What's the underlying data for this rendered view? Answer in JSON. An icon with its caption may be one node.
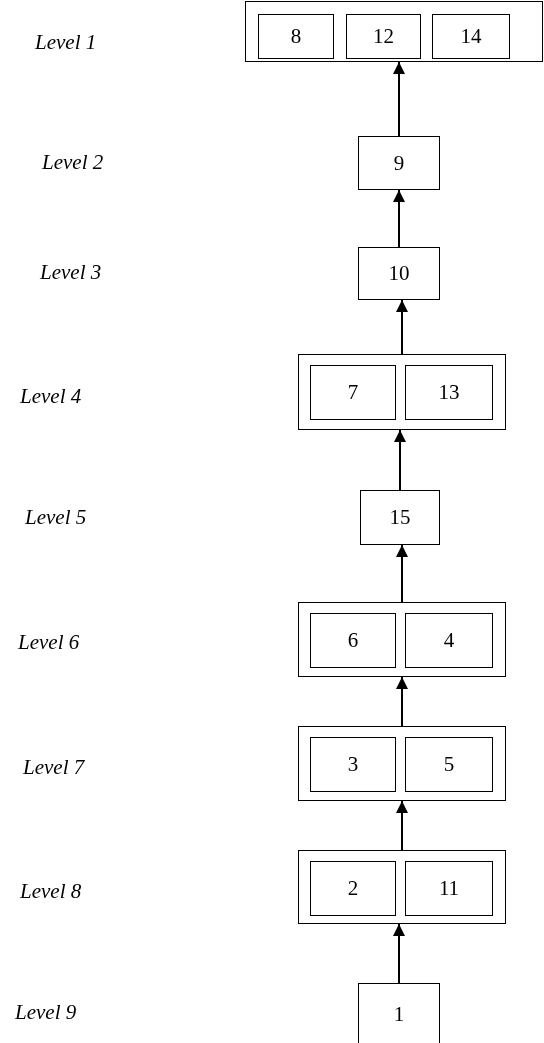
{
  "diagram": {
    "nodes": [
      {
        "text": [],
        "shape": "box"
      },
      {
        "text": [
          "8"
        ],
        "in": 0
      },
      {
        "text": [
          "12"
        ],
        "in": 0
      },
      {
        "text": [
          "14"
        ],
        "in": 0
      },
      {
        "text": [
          "9"
        ]
      },
      {
        "text": [
          "10"
        ]
      },
      {
        "text": [],
        "shape": "box"
      },
      {
        "text": [
          "7"
        ],
        "in": 6
      },
      {
        "text": [
          "13"
        ],
        "in": 6
      },
      {
        "text": [
          "15"
        ]
      },
      {
        "text": [],
        "shape": "box"
      },
      {
        "text": [
          "6"
        ],
        "in": 10
      },
      {
        "text": [
          "4"
        ],
        "in": 10
      },
      {
        "text": [],
        "shape": "box"
      },
      {
        "text": [
          "3"
        ],
        "in": 13
      },
      {
        "text": [
          "5"
        ],
        "in": 13
      },
      {
        "text": [],
        "shape": "box"
      },
      {
        "text": [
          "2"
        ],
        "in": 16
      },
      {
        "text": [
          "11"
        ],
        "in": 16
      },
      {
        "text": [
          "1"
        ]
      }
    ],
    "edges": [
      {
        "from": 4,
        "to": 0,
        "arrow": "to"
      },
      {
        "from": 5,
        "to": 4,
        "arrow": "to"
      },
      {
        "from": 6,
        "to": 5,
        "arrow": "to"
      },
      {
        "from": 9,
        "to": 6,
        "arrow": "to"
      },
      {
        "from": 10,
        "to": 9,
        "arrow": "to"
      },
      {
        "from": 13,
        "to": 10,
        "arrow": "to"
      },
      {
        "from": 16,
        "to": 13,
        "arrow": "to"
      },
      {
        "from": 19,
        "to": 16,
        "arrow": "to"
      }
    ],
    "labels": [
      "Level 1",
      "Level 2",
      "Level 3",
      "Level 4",
      "Level 5",
      "Level 6",
      "Level 7",
      "Level 8",
      "Level 9"
    ]
  }
}
